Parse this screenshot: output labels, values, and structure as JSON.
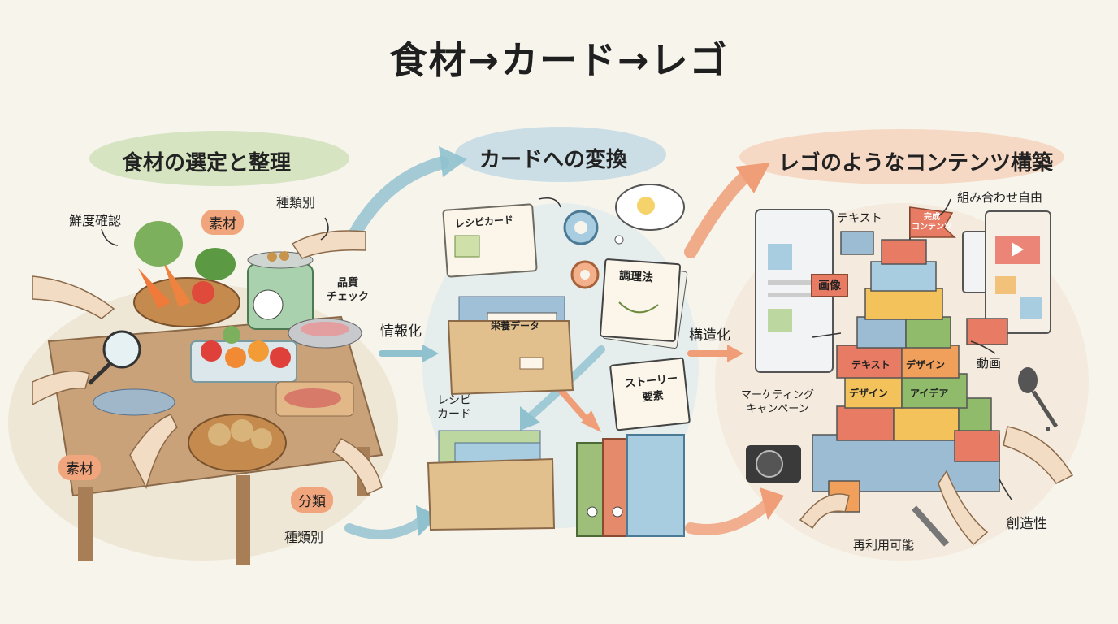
{
  "title": "食材→カード→レゴ",
  "sections": {
    "ingredients": "食材の選定と整理",
    "cards": "カードへの変換",
    "lego": "レゴのようなコンテンツ構築"
  },
  "left_labels": {
    "freshness": "鮮度確認",
    "material_top": "素材",
    "type_top": "種類別",
    "quality": "品質\nチェック",
    "material_bottom": "素材",
    "classify": "分類",
    "type_bottom": "種類別"
  },
  "flow_labels": {
    "informationize": "情報化",
    "structure": "構造化"
  },
  "card_labels": {
    "recipe_card_top": "レシピカード",
    "cooking_method": "調理法",
    "nutrition_data": "栄養データ",
    "story_elements": "ストーリー\n要素",
    "recipe_card_left": "レシピ\nカード"
  },
  "lego_labels": {
    "text_top": "テキスト",
    "finished_content": "完成\nコンテンツ",
    "free_combination": "組み合わせ自由",
    "image": "画像",
    "brick_text": "テキスト",
    "brick_design_1": "デザイン",
    "brick_design_2": "デザイン",
    "brick_idea": "アイデア",
    "video": "動画",
    "marketing_campaign": "マーケティング\nキャンペーン",
    "reusable": "再利用可能",
    "creativity": "創造性"
  },
  "colors": {
    "background": "#f7f4ec",
    "tag_orange": "#f1a57c",
    "green_wash": "#bcd7a0",
    "blue_wash": "#a9cde0",
    "orange_arrow": "#ef9e78",
    "teal_arrow": "#8fc1cf"
  }
}
